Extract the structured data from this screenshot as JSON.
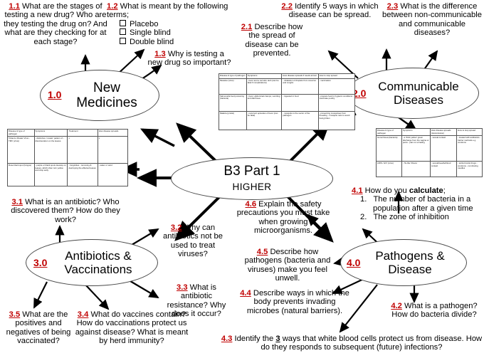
{
  "center": {
    "title": "B3 Part 1",
    "subtitle": "HIGHER"
  },
  "nodes": [
    {
      "num": "1.0",
      "title": "New\nMedicines",
      "line1": "New",
      "line2": "Medicines"
    },
    {
      "num": "2.0",
      "title": "Communicable Diseases",
      "line1": "Communicable",
      "line2": "Diseases"
    },
    {
      "num": "3.0",
      "title": "Antibiotics & Vaccinations",
      "line1": "Antibiotics &",
      "line2": "Vaccinations"
    },
    {
      "num": "4.0",
      "title": "Pathogens & Disease",
      "line1": "Pathogens &",
      "line2": "Disease"
    }
  ],
  "questions": {
    "q11": {
      "num": "1.1",
      "text": "What are the stages of testing a new drug? Who are they testing the drug on? And what are they checking for at each stage?"
    },
    "q12": {
      "num": "1.2",
      "lead": "What is meant by the following terms;",
      "items": [
        "Placebo",
        "Single blind",
        "Double blind"
      ]
    },
    "q13": {
      "num": "1.3",
      "text": "Why is testing a new drug so important?"
    },
    "q21": {
      "num": "2.1",
      "text": "Describe how the spread of disease can be prevented."
    },
    "q22": {
      "num": "2.2",
      "text": "Identify 5 ways in which disease can be spread."
    },
    "q23": {
      "num": "2.3",
      "text": "What is the difference between non-communicable and communicable diseases?"
    },
    "q31": {
      "num": "3.1",
      "text": "What is an antibiotic? Who discovered them? How do they work?"
    },
    "q32": {
      "num": "3.2",
      "text": "Why can antibiotics not be used to treat viruses?"
    },
    "q33": {
      "num": "3.3",
      "text": "What is antibiotic resistance? Why does it occur?"
    },
    "q34": {
      "num": "3.4",
      "text": "What do vaccines contain? How do vaccinations protect us against disease? What is meant by herd immunity?"
    },
    "q35": {
      "num": "3.5",
      "text": "What are the positives and negatives of being vaccinated?"
    },
    "q41": {
      "num": "4.1",
      "lead_pre": "How do you ",
      "lead_bold": "calculate",
      "lead_post": ";",
      "items": [
        "The number of bacteria in a population after a given time",
        "The zone of inhibition"
      ]
    },
    "q42": {
      "num": "4.2",
      "text": "What is a pathogen? How do bacteria divide?"
    },
    "q43": {
      "num": "4.3",
      "pre": "Identify the ",
      "emph": "3",
      "post": " ways that white blood cells protect us from disease. How do they responds to subsequent (future) infections?"
    },
    "q44": {
      "num": "4.4",
      "text": "Describe ways in which the body prevents invading microbes (natural barriers)."
    },
    "q45": {
      "num": "4.5",
      "text": "Describe how pathogens (bacteria and viruses) make you feel unwell."
    },
    "q46": {
      "num": "4.6",
      "text": "Explain the safety precautions you must take when growing microorganisms."
    }
  },
  "tables": {
    "plant_disease": {
      "name": "plant-disease-table",
      "headers": [
        "Disease & type of pathogen",
        "Symptoms",
        "Treatment",
        "How disease spreads"
      ],
      "rows": [
        [
          "Tobacco Mosaic Virus - TMV (virus)",
          "- distinctive 'mosaic' pattern of - discolouration on the leaves.",
          "x",
          "x"
        ],
        [
          "Rose black spot (fungus)",
          "- purple or black spots develop on leaves, which often turn yellow and drop early.",
          "- fungicides - removing & destroying the affected leaves",
          "- water or wind"
        ]
      ]
    },
    "human_disease": {
      "name": "human-disease-table",
      "headers": [
        "Disease & type of pathogen",
        "Symptoms",
        "How disease spreads if needs arrival",
        "How to stop spread"
      ],
      "rows": [
        [
          "Measles (virus)",
          "- fever and a red skin rash (can be fatal if complications)",
          "- inhalation of droplets from sneezes and coughs",
          "- vaccination"
        ],
        [
          "Salmonella food poisoning (bacteria)",
          "- fever, abdominal cramps, vomiting and diarrhoea.",
          "- ingested in food",
          "- prepare food in hygienic conditions - vaccinate poultry"
        ],
        [
          "Malaria (protist)",
          "- recurrent episodes of fever (can be fatal)",
          "- mosquito is the vector of the pathogen",
          "- preventing mosquitoes from breeding - mosquito nets to avoid being bitten"
        ]
      ]
    },
    "std_table": {
      "name": "std-disease-table",
      "headers": [
        "Disease & type of pathogen",
        "Symptoms",
        "How disease spreads (transmission)",
        "How to stop spread"
      ],
      "rows": [
        [
          "Gonorrhoea (bacteria)",
          "- a 'thick yellow' green discharge from the vagina or penis - pain on urinating",
          "- sexual contact",
          "- treated with antibiotics - barrier methods e.g. condoms"
        ],
        [
          "AIDS / HIV (virus)",
          "- 'flu-like' illness",
          "- sexual/needle/blood contact",
          "- antiretroviral drugs - condoms - not sharing needles"
        ]
      ]
    }
  }
}
